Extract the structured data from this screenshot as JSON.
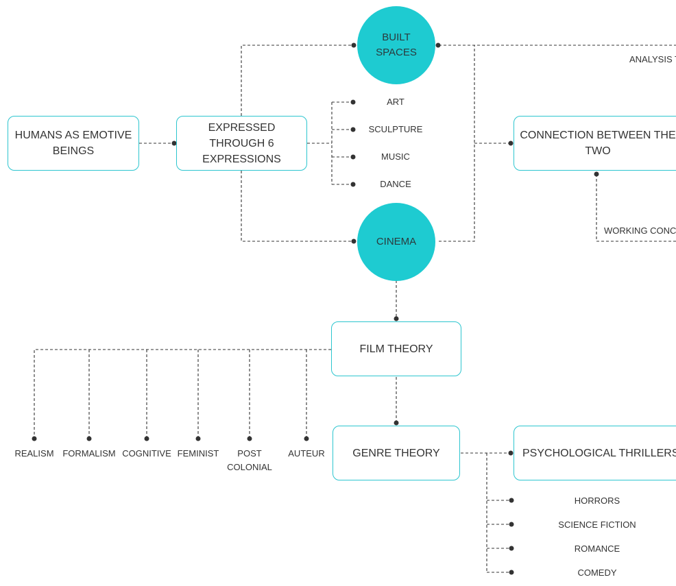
{
  "nodes": {
    "humans": "HUMANS AS EMOTIVE BEINGS",
    "expressed": "EXPRESSED THROUGH 6 EXPRESSIONS",
    "built_spaces": "BUILT SPACES",
    "cinema": "CINEMA",
    "connection": "CONNECTION BETWEEN THE TWO",
    "film_theory": "FILM THEORY",
    "genre_theory": "GENRE THEORY",
    "psych_thrillers": "PSYCHOLOGICAL THRILLERS"
  },
  "expressions": [
    "ART",
    "SCULPTURE",
    "MUSIC",
    "DANCE"
  ],
  "film_theories": [
    "REALISM",
    "FORMALISM",
    "COGNITIVE",
    "FEMINIST",
    "POST COLONIAL",
    "AUTEUR"
  ],
  "genres": [
    "HORRORS",
    "SCIENCE FICTION",
    "ROMANCE",
    "COMEDY"
  ],
  "labels": {
    "analysis": "ANALYSIS T",
    "working": "WORKING CONC"
  },
  "colors": {
    "accent": "#1ecbd1",
    "box_border": "#2cc5cf",
    "line": "#333333"
  }
}
